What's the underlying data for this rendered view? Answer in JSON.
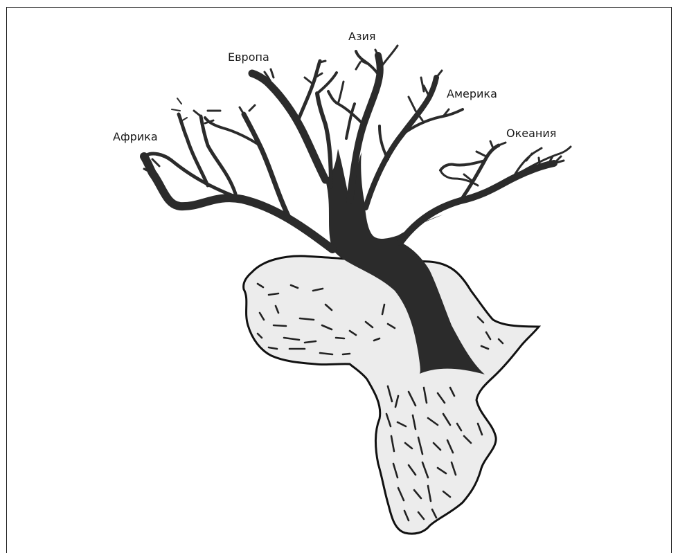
{
  "labels": {
    "africa": "Африка",
    "europe": "Европа",
    "asia": "Азия",
    "america": "Америка",
    "oceania": "Океания"
  },
  "colors": {
    "tree": "#2b2b2b",
    "continent_fill": "#ececec",
    "outline": "#111111"
  }
}
